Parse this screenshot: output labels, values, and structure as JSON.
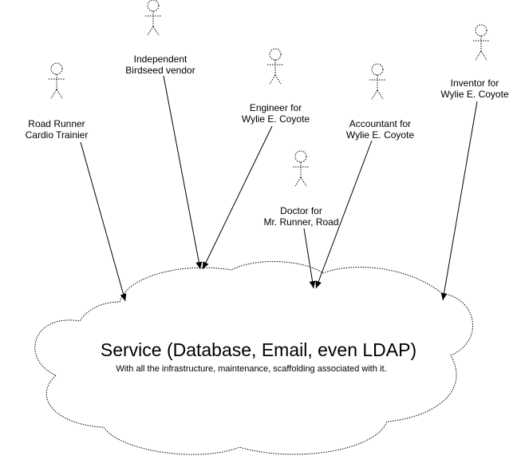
{
  "diagram": {
    "actors": [
      {
        "id": "road-runner-trainer",
        "label": "Road Runner\nCardio Trainier"
      },
      {
        "id": "birdseed-vendor",
        "label": "Independent\nBirdseed vendor"
      },
      {
        "id": "engineer",
        "label": "Engineer for\nWylie E. Coyote"
      },
      {
        "id": "doctor",
        "label": "Doctor for\nMr. Runner, Road"
      },
      {
        "id": "accountant",
        "label": "Accountant for\nWylie E. Coyote"
      },
      {
        "id": "inventor",
        "label": "Inventor for\nWylie E. Coyote"
      }
    ],
    "service": {
      "title": "Service (Database, Email, even LDAP)",
      "subtitle": "With all the infrastructure, maintenance, scaffolding associated with it."
    },
    "colors": {
      "stroke": "#000000",
      "fill": "#ffffff"
    }
  }
}
